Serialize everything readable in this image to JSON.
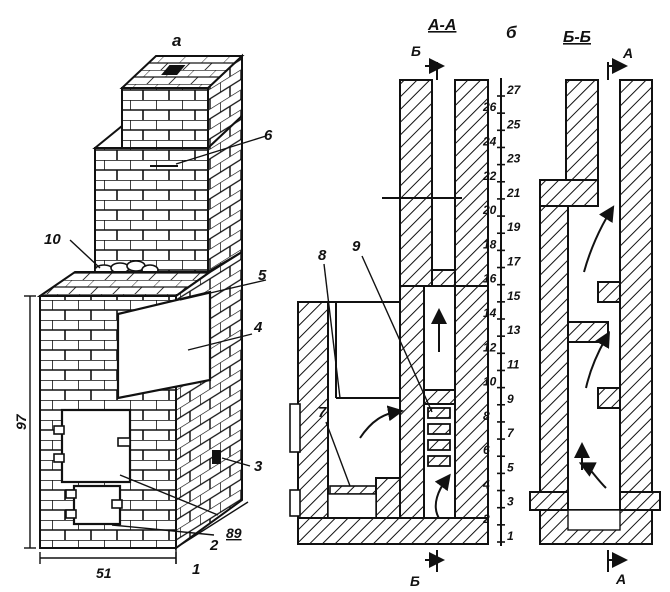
{
  "views": {
    "a": "а",
    "b": "б",
    "section_aa": "А-А",
    "section_bb": "Б-Б"
  },
  "cut_marks": {
    "top_b": "Б",
    "bottom_b": "Б",
    "top_a": "А",
    "bottom_a": "А"
  },
  "callouts": [
    "1",
    "2",
    "3",
    "4",
    "5",
    "6",
    "7",
    "8",
    "9",
    "10"
  ],
  "dimensions": {
    "height": "97",
    "width": "51",
    "depth": "89"
  },
  "row_numbers": [
    "1",
    "2",
    "3",
    "4",
    "5",
    "6",
    "7",
    "8",
    "9",
    "10",
    "11",
    "12",
    "13",
    "14",
    "15",
    "16",
    "17",
    "18",
    "19",
    "20",
    "21",
    "22",
    "23",
    "24",
    "25",
    "26",
    "27"
  ]
}
